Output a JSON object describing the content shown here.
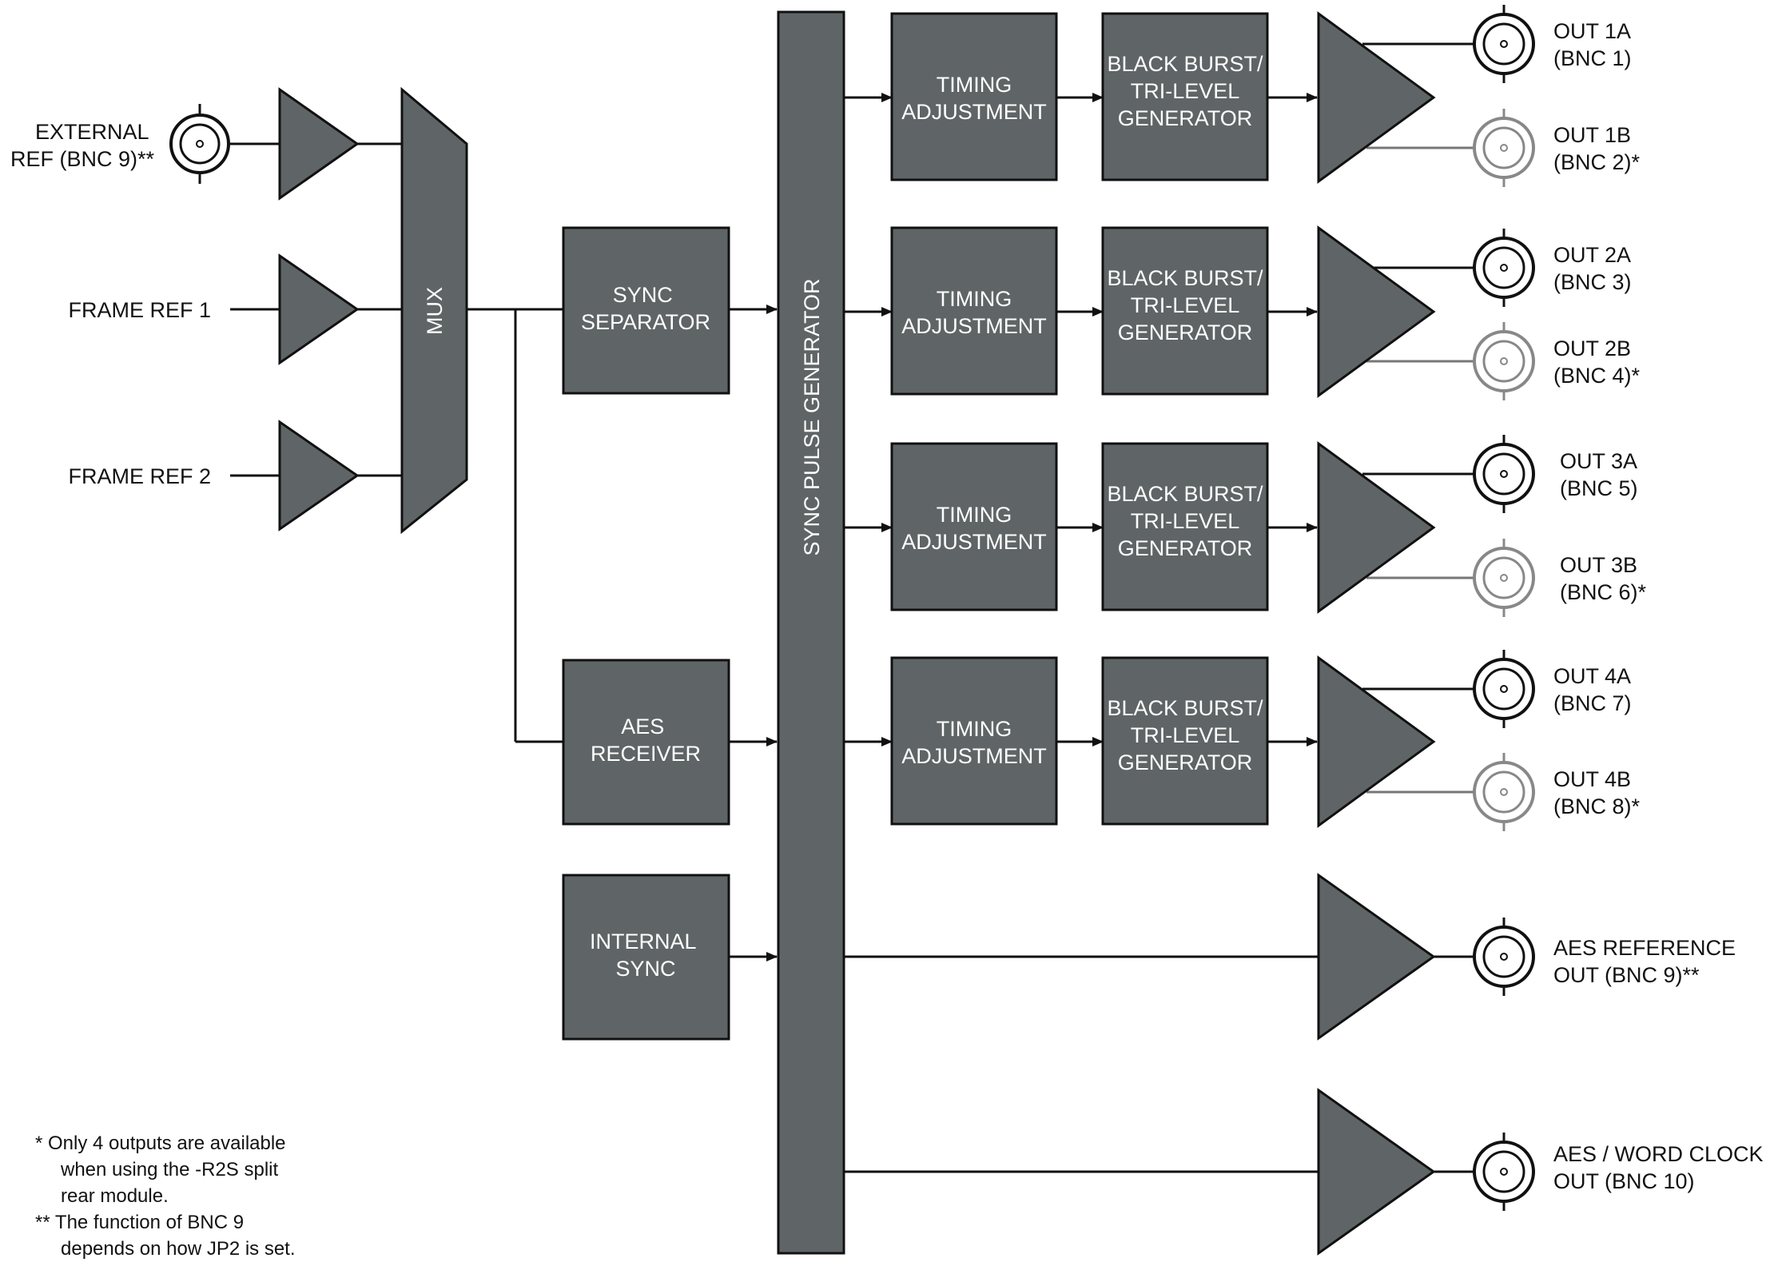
{
  "colors": {
    "block_fill": "#5f6566",
    "block_stroke": "#111111",
    "line": "#111111",
    "dim": "#777777"
  },
  "inputs": {
    "external_ref": [
      "EXTERNAL",
      "REF (BNC 9)**"
    ],
    "frame_ref_1": "FRAME REF 1",
    "frame_ref_2": "FRAME REF 2"
  },
  "blocks": {
    "mux": "MUX",
    "sync_separator": [
      "SYNC",
      "SEPARATOR"
    ],
    "aes_receiver": [
      "AES",
      "RECEIVER"
    ],
    "internal_sync": [
      "INTERNAL",
      "SYNC"
    ],
    "sync_pulse_generator": "SYNC PULSE GENERATOR"
  },
  "channels": [
    {
      "timing": [
        "TIMING",
        "ADJUSTMENT"
      ],
      "generator": [
        "BLACK BURST/",
        "TRI-LEVEL",
        "GENERATOR"
      ],
      "out_a": [
        "OUT 1A",
        "(BNC 1)"
      ],
      "out_b": [
        "OUT 1B",
        "(BNC 2)*"
      ]
    },
    {
      "timing": [
        "TIMING",
        "ADJUSTMENT"
      ],
      "generator": [
        "BLACK BURST/",
        "TRI-LEVEL",
        "GENERATOR"
      ],
      "out_a": [
        "OUT 2A",
        "(BNC 3)"
      ],
      "out_b": [
        "OUT 2B",
        "(BNC 4)*"
      ]
    },
    {
      "timing": [
        "TIMING",
        "ADJUSTMENT"
      ],
      "generator": [
        "BLACK BURST/",
        "TRI-LEVEL",
        "GENERATOR"
      ],
      "out_a": [
        "OUT 3A",
        "(BNC 5)"
      ],
      "out_b": [
        "OUT 3B",
        "(BNC 6)*"
      ]
    },
    {
      "timing": [
        "TIMING",
        "ADJUSTMENT"
      ],
      "generator": [
        "BLACK BURST/",
        "TRI-LEVEL",
        "GENERATOR"
      ],
      "out_a": [
        "OUT 4A",
        "(BNC 7)"
      ],
      "out_b": [
        "OUT 4B",
        "(BNC 8)*"
      ]
    }
  ],
  "aes_outputs": {
    "aes_reference": [
      "AES REFERENCE",
      "OUT (BNC 9)**"
    ],
    "word_clock": [
      "AES / WORD CLOCK",
      "OUT (BNC 10)"
    ]
  },
  "footnotes": {
    "note1": [
      "*   Only 4 outputs are available",
      "when using  the -R2S split",
      "rear module."
    ],
    "note2": [
      "** The function of BNC 9",
      "depends on how JP2 is set."
    ]
  }
}
